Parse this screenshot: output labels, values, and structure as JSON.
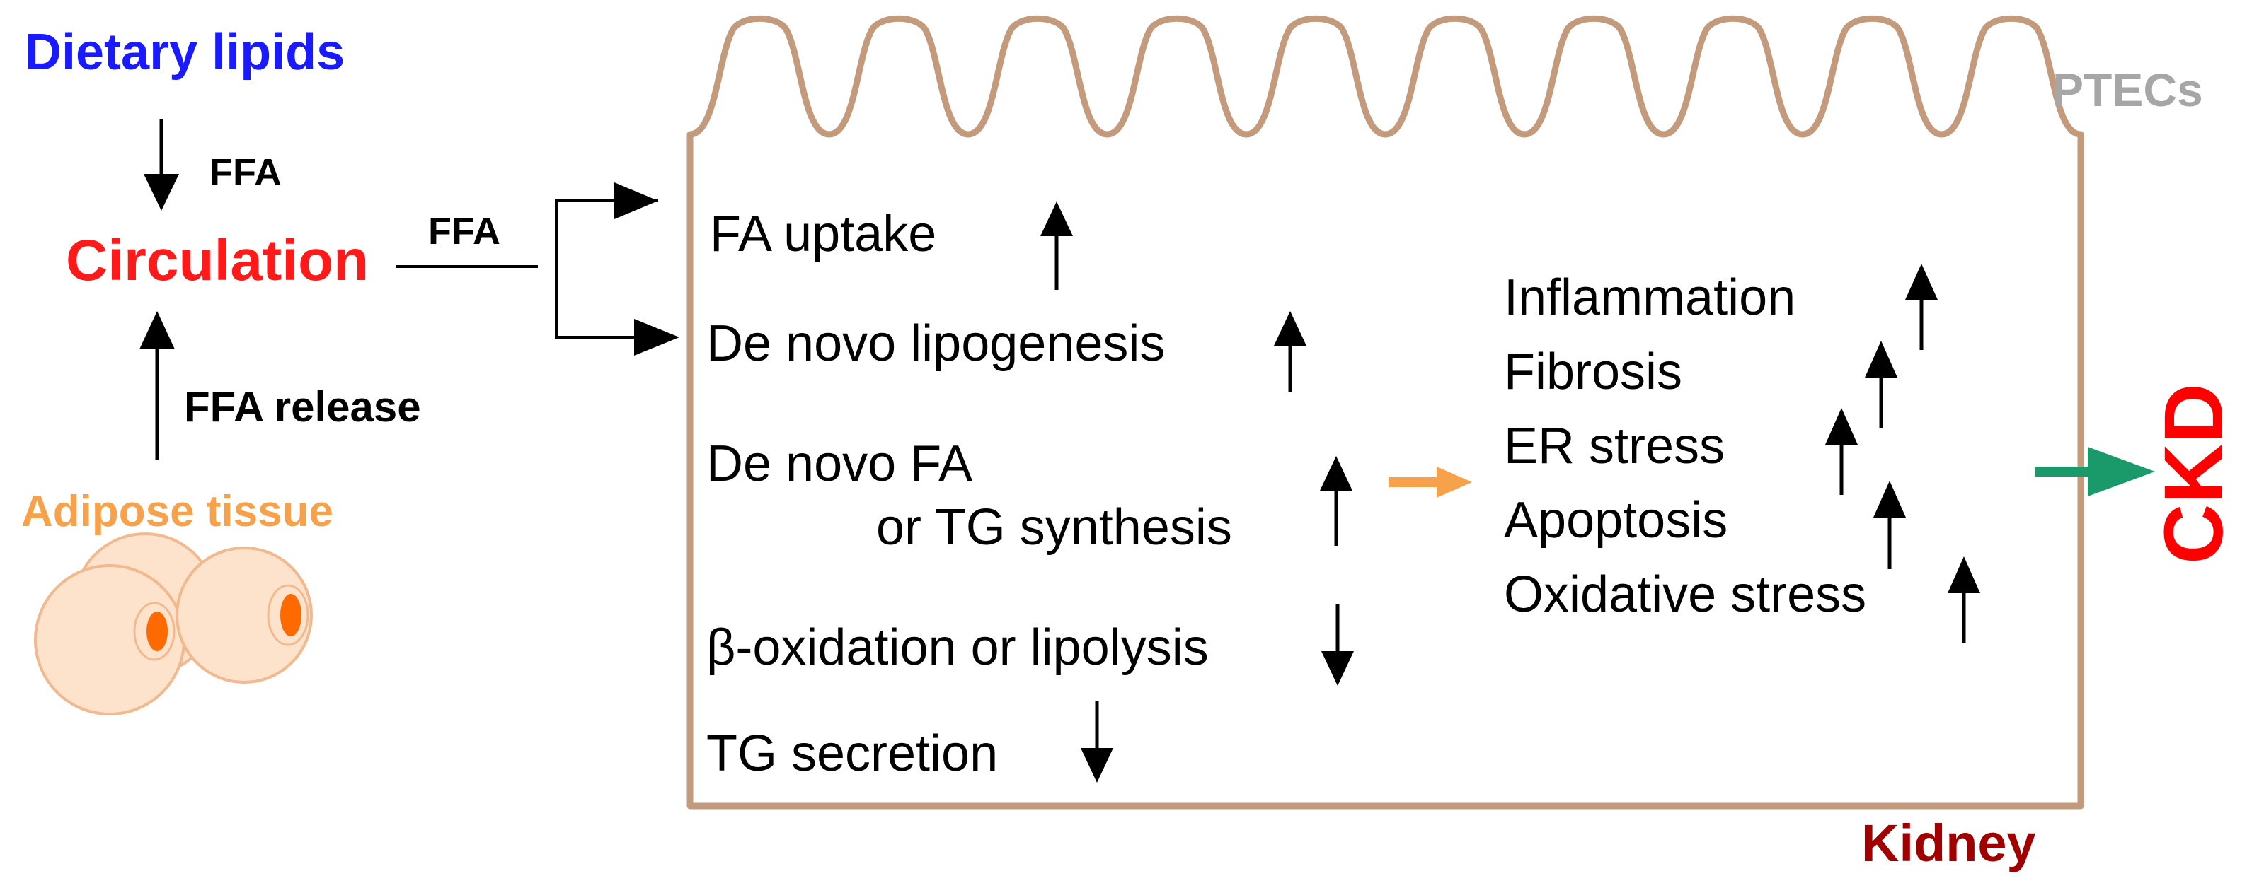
{
  "left_panel": {
    "dietary_lipids": "Dietary lipids",
    "ffa_top": "FFA",
    "circulation": "Circulation",
    "ffa_right": "FFA",
    "ffa_release": "FFA release",
    "adipose_tissue": "Adipose tissue"
  },
  "cell": {
    "ptecs_label": "PTECs",
    "kidney_label": "Kidney",
    "processes": [
      {
        "text": "FA uptake",
        "direction": "up"
      },
      {
        "text": "De novo lipogenesis",
        "direction": "up"
      },
      {
        "text_line1": "De novo FA",
        "text_line2": "or TG synthesis",
        "direction": "up"
      },
      {
        "text": "β-oxidation or lipolysis",
        "direction": "down"
      },
      {
        "text": "TG secretion",
        "direction": "down"
      }
    ],
    "outcomes": [
      {
        "text": "Inflammation",
        "direction": "up"
      },
      {
        "text": "Fibrosis",
        "direction": "up"
      },
      {
        "text": "ER stress",
        "direction": "up"
      },
      {
        "text": "Apoptosis",
        "direction": "up"
      },
      {
        "text": "Oxidative stress",
        "direction": "up"
      }
    ]
  },
  "ckd_label": "CKD",
  "colors": {
    "dietary": "#1a1aff",
    "circulation": "#ff1a1a",
    "adipose": "#f7a24a",
    "adipocyte_fill": "#fde2cc",
    "adipocyte_stroke": "#f2b98f",
    "nucleus": "#ff6a00",
    "membrane": "#c49a7c",
    "ptecs": "#a6a6a6",
    "kidney": "#a00000",
    "ckd": "#ff0000",
    "orange_arrow": "#f7a24a",
    "green_arrow": "#1a9a6a",
    "text": "#000000"
  }
}
